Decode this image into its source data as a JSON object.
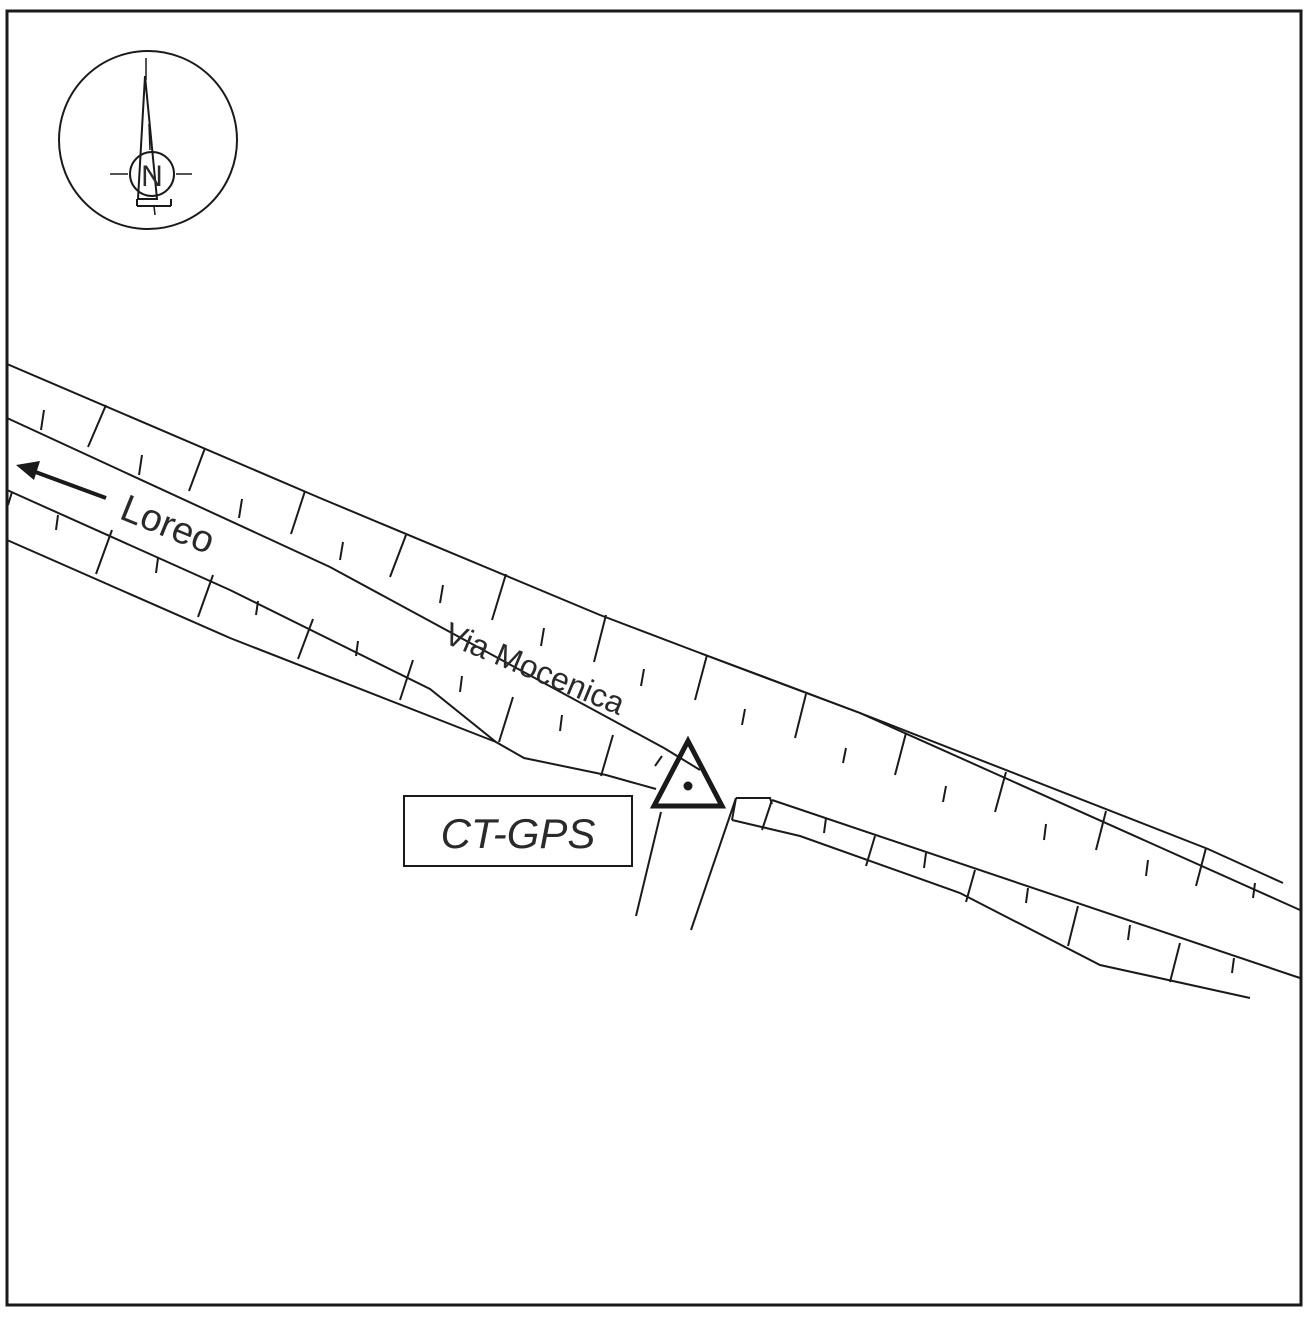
{
  "map": {
    "compass": {
      "north_label": "N"
    },
    "road_name": "Via Mocenica",
    "direction": {
      "label": "Loreo",
      "arrow": "left-arrow-icon"
    },
    "station": {
      "label": "CT-GPS",
      "marker_icon": "triangle-dot-station-icon"
    },
    "colors": {
      "ink": "#1a1a1a",
      "background": "#ffffff"
    }
  }
}
